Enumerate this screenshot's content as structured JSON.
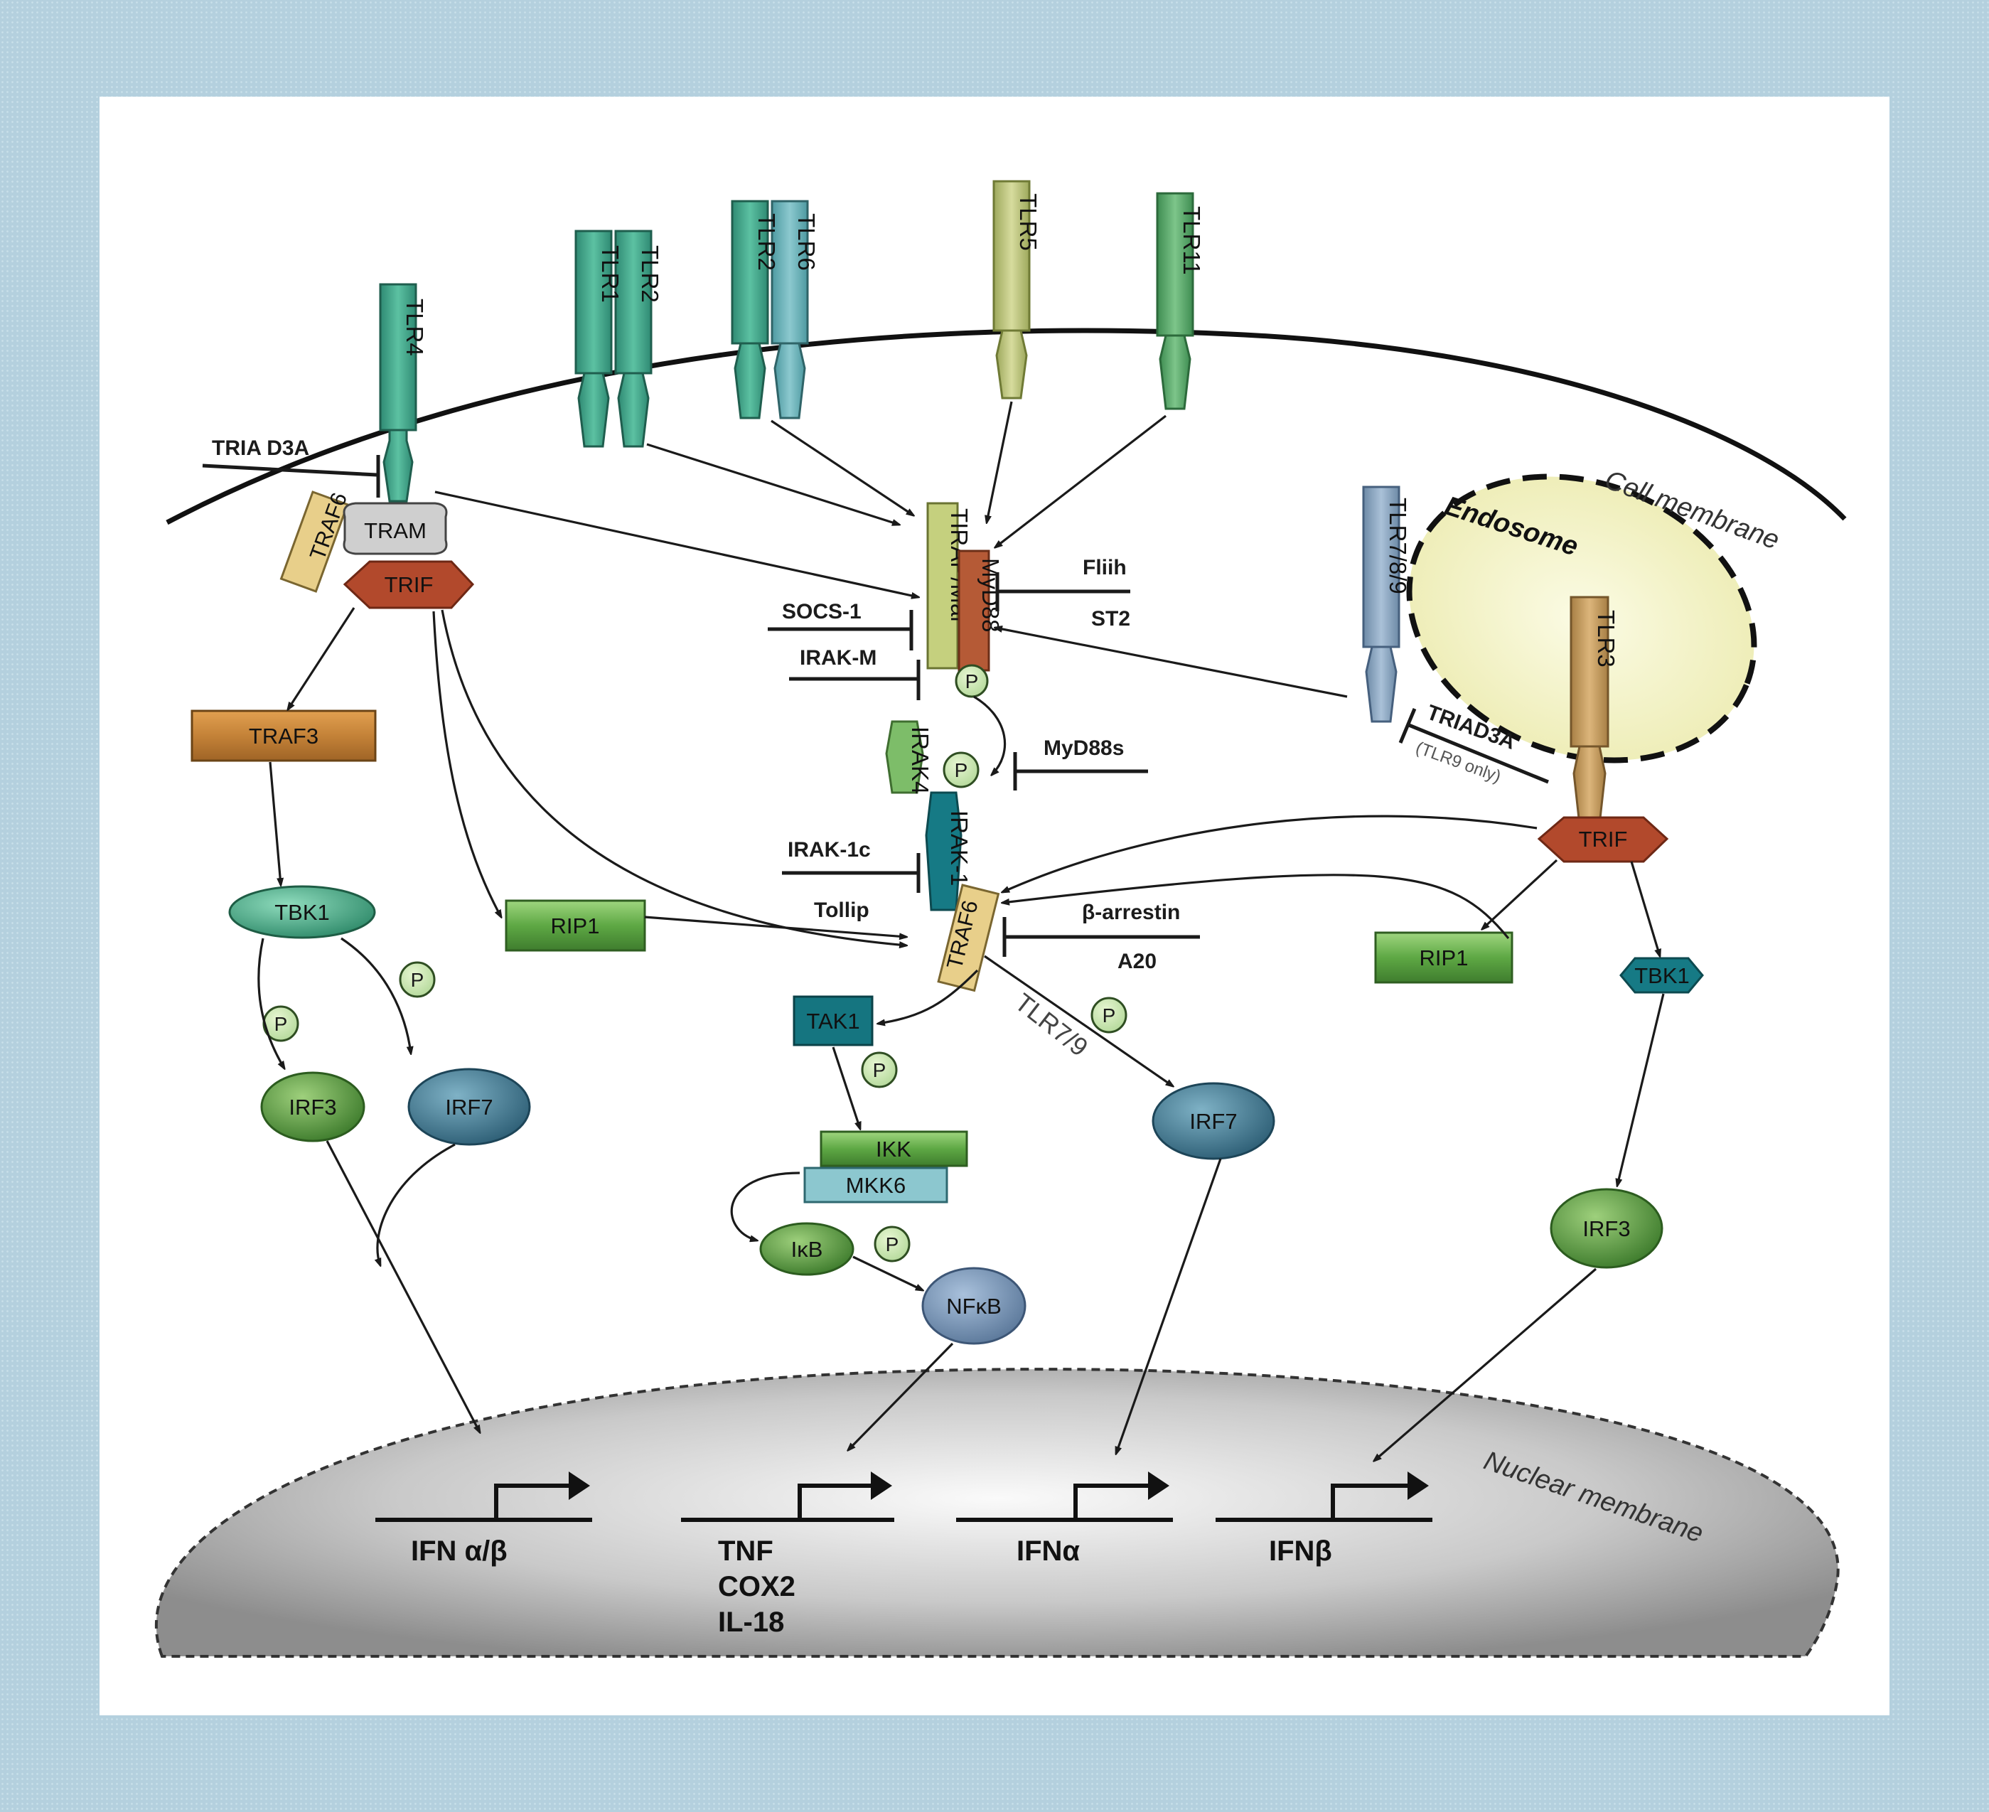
{
  "regions": {
    "cell_membrane": "Cell membrane",
    "endosome": "Endosome",
    "nuclear_membrane": "Nuclear membrane"
  },
  "receptors": {
    "tlr4": "TLR4",
    "tlr1": "TLR1",
    "tlr2a": "TLR2",
    "tlr2b": "TLR2",
    "tlr6": "TLR6",
    "tlr5": "TLR5",
    "tlr11": "TLR11",
    "tlr789": "TLR7/8/9",
    "tlr3": "TLR3"
  },
  "adaptors": {
    "tram": "TRAM",
    "trif_left": "TRIF",
    "trif_right": "TRIF",
    "traf6_left": "TRAF6",
    "tirap": "TIRAP/Mal",
    "myd88": "MyD88",
    "irak4": "IRAK4",
    "irak1": "IRAK-1",
    "traf6_center": "TRAF6"
  },
  "kinases": {
    "traf3": "TRAF3",
    "tbk1_left": "TBK1",
    "tbk1_right": "TBK1",
    "rip1_left": "RIP1",
    "rip1_right": "RIP1",
    "tak1": "TAK1",
    "ikk": "IKK",
    "mkk6": "MKK6",
    "ikb": "IκB"
  },
  "factors": {
    "irf3_left": "IRF3",
    "irf7_left": "IRF7",
    "irf7_center": "IRF7",
    "irf3_right": "IRF3",
    "nfkb": "NFκB"
  },
  "phospho": "P",
  "regulators": {
    "triad3a_left": "TRIA D3A",
    "socs1": "SOCS-1",
    "irak_m": "IRAK-M",
    "fliih": "Fliih",
    "st2": "ST2",
    "myd88s": "MyD88s",
    "irak1c": "IRAK-1c",
    "tollip": "Tollip",
    "b_arrestin": "β-arrestin",
    "a20": "A20",
    "triad3a_right": "TRIAD3A",
    "tlr9_only": "(TLR9 only)",
    "tlr79_path": "TLR7/9"
  },
  "genes": {
    "ifn_ab": "IFN α/β",
    "tnf": "TNF",
    "cox2": "COX2",
    "il18": "IL-18",
    "ifn_a": "IFNα",
    "ifn_b": "IFNβ"
  }
}
